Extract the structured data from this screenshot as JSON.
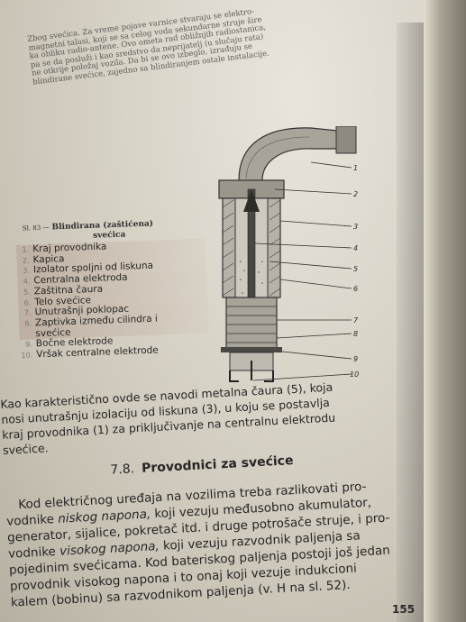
{
  "top_paragraph": [
    "Zbog svećica. Za vreme pojave varnice stvaraju se elektro-",
    "magnetni talasi, koji se sa celog voda sekundarne struje šire",
    "ka obliku radio-antene. Ovo ometa rad obližnjih radiostanica,",
    "pa se da posluži i kao sredstvo da neprijatelj (u slučaju rata)",
    "ne otkrije položaj vozila. Da bi se ovo izbeglo, izrađuju se",
    "blindirane svećice, zajedno sa blindiranjem ostale instalacije."
  ],
  "figure": {
    "caption_number": "Sl. 83 —",
    "caption_title": "Blindirana (zaštićena)",
    "caption_subtitle": "svećica",
    "part_numbers": [
      "1",
      "2",
      "3",
      "4",
      "5",
      "6",
      "7",
      "8",
      "9",
      "10"
    ],
    "legend": [
      {
        "n": "1.",
        "text": "Kraj provodnika"
      },
      {
        "n": "2.",
        "text": "Kapica"
      },
      {
        "n": "3.",
        "text": "Izolator spoljni od liskuna"
      },
      {
        "n": "4.",
        "text": "Centralna elektroda"
      },
      {
        "n": "5.",
        "text": "Zaštitna čaura"
      },
      {
        "n": "6.",
        "text": "Telo svećice"
      },
      {
        "n": "7.",
        "text": "Unutrašnji poklopac"
      },
      {
        "n": "8.",
        "text": "Zaptivka između cilindra i"
      },
      {
        "n": "",
        "text": "svećice"
      },
      {
        "n": "9.",
        "text": "Bočne elektrode"
      },
      {
        "n": "10.",
        "text": "Vršak centralne elektrode"
      }
    ]
  },
  "paragraph1": [
    "Kao karakteristično ovde se navodi metalna čaura (5), koja",
    "nosi unutrašnju izolaciju od liskuna (3), u koju se postavlja",
    "kraj provodnika (1) za priključivanje na centralnu elektrodu",
    "svećice."
  ],
  "section": {
    "number": "7.8.",
    "title": "Provodnici za svećice"
  },
  "paragraph2": {
    "l1": "Kod električnog uređaja na vozilima treba razlikovati pro-",
    "l2a": "vodnike ",
    "l2i": "niskog napona,",
    "l2b": " koji vezuju međusobno akumulator,",
    "l3": "generator, sijalice, pokretač itd. i druge potrošače struje, i pro-",
    "l4a": "vodnike ",
    "l4i": "visokog napona,",
    "l4b": " koji vezuju razvodnik paljenja sa",
    "l5": "pojedinim svećicama. Kod bateriskog paljenja postoji još jedan",
    "l6": "provodnik visokog napona i to onaj koji vezuje indukcioni",
    "l7": "kalem (bobinu) sa razvodnikom paljenja (v. H na sl. 52)."
  },
  "page_number": "155"
}
